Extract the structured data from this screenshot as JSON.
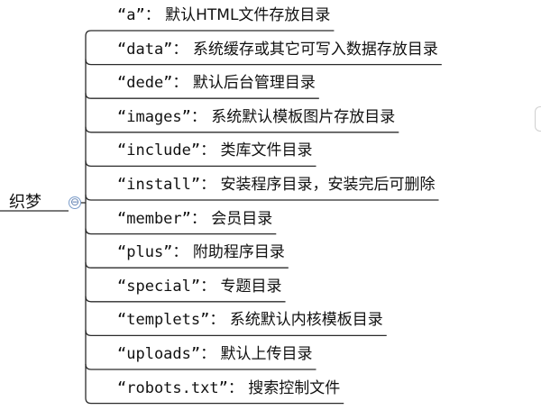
{
  "root": {
    "label": "织梦",
    "toggle_symbol": "⊖"
  },
  "colors": {
    "line": "#2b2b2b",
    "text": "#111111",
    "toggle": "#5b7db0"
  },
  "nodes": [
    {
      "key": "“a”：",
      "desc": "默认HTML文件存放目录"
    },
    {
      "key": "“data”：",
      "desc": "系统缓存或其它可写入数据存放目录"
    },
    {
      "key": "“dede”：",
      "desc": "默认后台管理目录"
    },
    {
      "key": "“images”：",
      "desc": "系统默认模板图片存放目录"
    },
    {
      "key": "“include”：",
      "desc": "类库文件目录"
    },
    {
      "key": "“install”：",
      "desc": "安装程序目录，安装完后可删除"
    },
    {
      "key": "“member”：",
      "desc": "会员目录"
    },
    {
      "key": "“plus”：",
      "desc": "附助程序目录"
    },
    {
      "key": "“special”：",
      "desc": "专题目录"
    },
    {
      "key": "“templets”：",
      "desc": "系统默认内核模板目录"
    },
    {
      "key": "“uploads”：",
      "desc": "默认上传目录"
    },
    {
      "key": "“robots.txt”：",
      "desc": "搜索控制文件"
    }
  ]
}
